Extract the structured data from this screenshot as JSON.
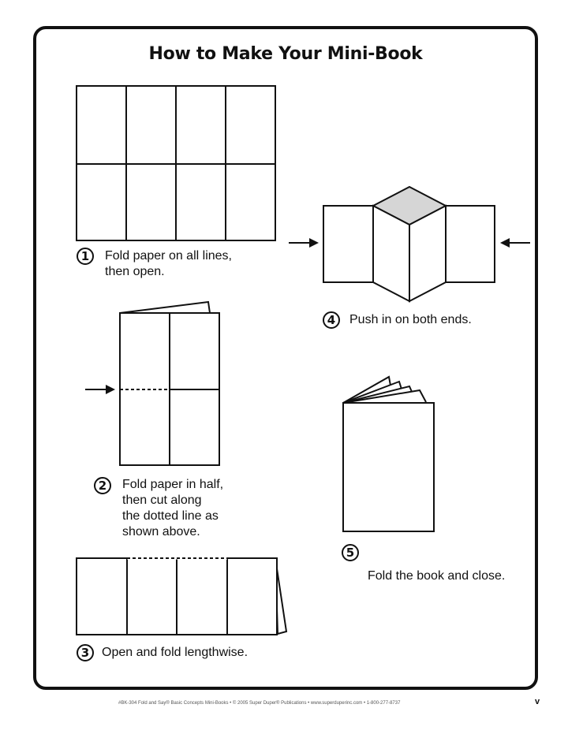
{
  "title": "How to Make Your Mini-Book",
  "steps": [
    {
      "number": "1",
      "lines": [
        "Fold paper on all lines,",
        "then open."
      ]
    },
    {
      "number": "2",
      "lines": [
        "Fold paper in half,",
        "then cut along",
        "the dotted line as",
        "shown above."
      ]
    },
    {
      "number": "3",
      "lines": [
        "Open and fold lengthwise."
      ]
    },
    {
      "number": "4",
      "lines": [
        "Push in on both ends."
      ]
    },
    {
      "number": "5",
      "lines": [
        "Fold the book and close."
      ]
    }
  ],
  "footer": "#BK-304 Fold and Say® Basic Concepts Mini-Books • © 2005 Super Duper® Publications • www.superduperinc.com • 1-800-277-8737",
  "page_number": "v"
}
